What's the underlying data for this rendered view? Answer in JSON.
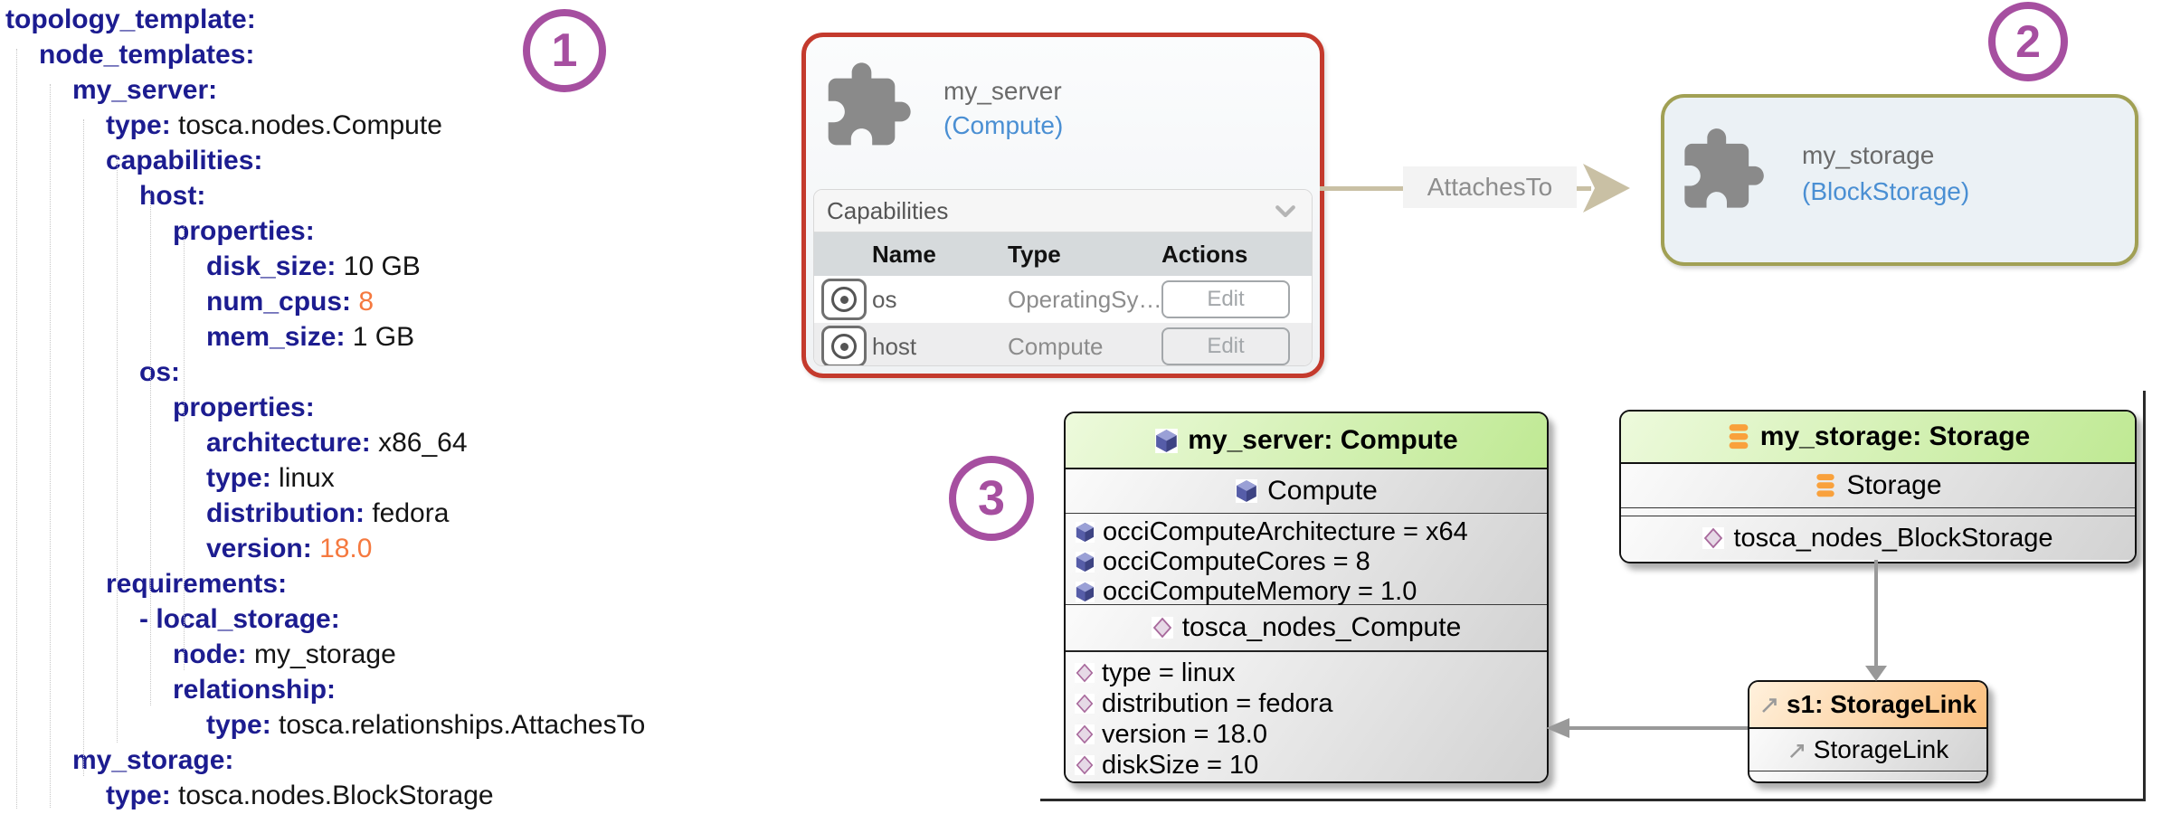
{
  "yaml": {
    "colon": ":",
    "lines": [
      {
        "key": "topology_template",
        "value": ""
      },
      {
        "key": "node_templates",
        "value": ""
      },
      {
        "key": "my_server",
        "value": ""
      },
      {
        "key": "type",
        "value": "tosca.nodes.Compute"
      },
      {
        "key": "capabilities",
        "value": ""
      },
      {
        "key": "host",
        "value": ""
      },
      {
        "key": "properties",
        "value": ""
      },
      {
        "key": "disk_size",
        "value": "10 GB"
      },
      {
        "key": "num_cpus",
        "value": "8"
      },
      {
        "key": "mem_size",
        "value": "1 GB"
      },
      {
        "key": "os",
        "value": ""
      },
      {
        "key": "properties",
        "value": ""
      },
      {
        "key": "architecture",
        "value": "x86_64"
      },
      {
        "key": "type",
        "value": "linux"
      },
      {
        "key": "distribution",
        "value": "fedora"
      },
      {
        "key": "version",
        "value": "18.0"
      },
      {
        "key": "requirements",
        "value": ""
      },
      {
        "key": "- local_storage",
        "value": ""
      },
      {
        "key": "node",
        "value": "my_storage"
      },
      {
        "key": "relationship",
        "value": ""
      },
      {
        "key": "type",
        "value": "tosca.relationships.AttachesTo"
      },
      {
        "key": "my_storage",
        "value": ""
      },
      {
        "key": "type",
        "value": "tosca.nodes.BlockStorage"
      }
    ]
  },
  "badges": {
    "one": "1",
    "two": "2",
    "three": "3"
  },
  "server_widget": {
    "title": "my_server",
    "type": "(Compute)",
    "section_label": "Capabilities",
    "table": {
      "headers": [
        "Name",
        "Type",
        "Actions"
      ],
      "rows": [
        {
          "name": "os",
          "type": "OperatingSy…",
          "action": "Edit"
        },
        {
          "name": "host",
          "type": "Compute",
          "action": "Edit"
        }
      ]
    }
  },
  "connector": {
    "label": "AttachesTo"
  },
  "storage_widget": {
    "title": "my_storage",
    "type": "(BlockStorage)"
  },
  "uml": {
    "server": {
      "title": "my_server: Compute",
      "type_row": "Compute",
      "occi_attrs": [
        "occiComputeArchitecture = x64",
        "occiComputeCores = 8",
        "occiComputeMemory = 1.0"
      ],
      "mixin_row": "tosca_nodes_Compute",
      "mixin_attrs": [
        "type = linux",
        "distribution = fedora",
        "version = 18.0",
        "diskSize = 10"
      ]
    },
    "storage": {
      "title": "my_storage: Storage",
      "type_row": "Storage",
      "mixin_row": "tosca_nodes_BlockStorage"
    },
    "link": {
      "title": "s1: StorageLink",
      "type_row": "StorageLink"
    }
  },
  "colors": {
    "yaml_key": "#1c1c90",
    "yaml_number": "#f5793f",
    "badge_purple": "#a64fa0",
    "widget_red_border": "#c43a2d",
    "widget_olive_border": "#a1a054",
    "type_link_blue": "#4a8fd3",
    "connector_tan": "#c9c0a4",
    "uml_green_header": "#bfe993",
    "uml_orange_header": "#fbbf7d",
    "arrow_gray": "#999999"
  }
}
